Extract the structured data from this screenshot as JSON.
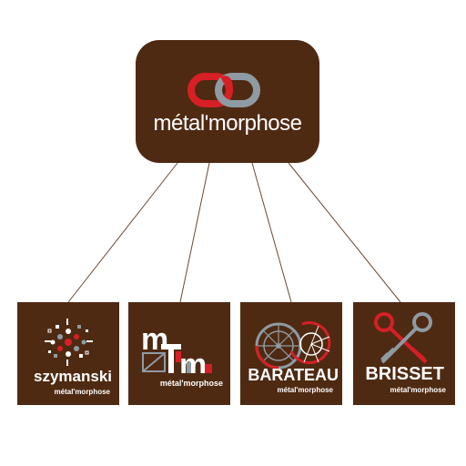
{
  "parent": {
    "name": "métal'morphose"
  },
  "children": [
    {
      "brand": "szymanski",
      "sub": "métal'morphose"
    },
    {
      "brand": "",
      "sub": "métal'morphose"
    },
    {
      "brand": "BARATEAU",
      "sub": "métal'morphose"
    },
    {
      "brand": "BRISSET",
      "sub": "métal'morphose"
    }
  ],
  "colors": {
    "box": "#4f2a12",
    "red": "#d71f26",
    "gray": "#8f9ba3",
    "line": "#6b4a33"
  },
  "icons": [
    "chain-link-icon",
    "dotted-circle-icon",
    "mtm-monogram-icon",
    "spiral-staircase-icon",
    "crossed-keys-icon"
  ]
}
